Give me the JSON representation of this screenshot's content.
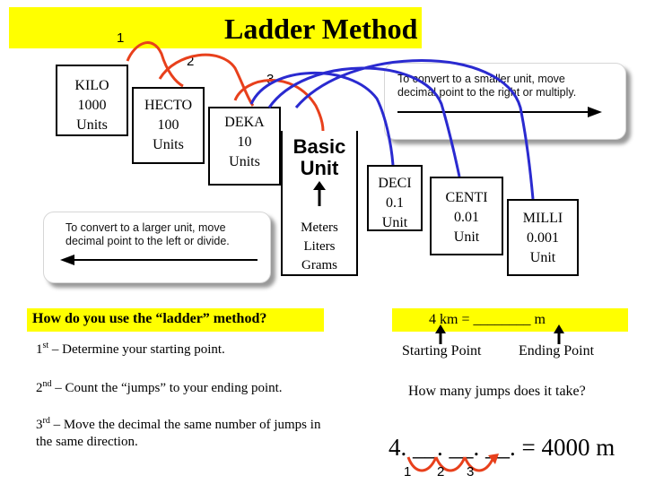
{
  "title": "Ladder Method",
  "step_numbers": [
    "1",
    "2",
    "3"
  ],
  "units": [
    {
      "name": "KILO",
      "value": "1000",
      "unit": "Units"
    },
    {
      "name": "HECTO",
      "value": "100",
      "unit": "Units"
    },
    {
      "name": "DEKA",
      "value": "10",
      "unit": "Units"
    },
    {
      "name": "DECI",
      "value": "0.1",
      "unit": "Unit"
    },
    {
      "name": "CENTI",
      "value": "0.01",
      "unit": "Unit"
    },
    {
      "name": "MILLI",
      "value": "0.001",
      "unit": "Unit"
    }
  ],
  "basic_unit": {
    "line1": "Basic",
    "line2": "Unit"
  },
  "base_measures": [
    "Meters",
    "Liters",
    "Grams"
  ],
  "smaller_note": {
    "line1": "To convert to a smaller unit, move",
    "line2": "decimal  point to the right or multiply."
  },
  "larger_note": {
    "line1": "To convert to a larger unit, move",
    "line2": "decimal  point to the left or divide."
  },
  "question": "How do you use the “ladder” method?",
  "steps": [
    {
      "ordinal": "1",
      "suffix": "st",
      "text": " – Determine your starting point."
    },
    {
      "ordinal": "2",
      "suffix": "nd",
      "text": " – Count the “jumps” to your ending point."
    },
    {
      "ordinal": "3",
      "suffix": "rd",
      "text": " – Move the decimal the same number of jumps in the same direction."
    }
  ],
  "example": {
    "problem": "4 km = ________ m",
    "starting_label": "Starting Point",
    "ending_label": "Ending Point",
    "jumps_question": "How many jumps does it take?",
    "answer": "4. __. __. __.  = 4000 m",
    "jump_numbers": [
      "1",
      "2",
      "3"
    ]
  },
  "colors": {
    "highlight": "#ffff00",
    "red_arrow": "#e8401c",
    "blue_arrow": "#2a2ad0"
  }
}
